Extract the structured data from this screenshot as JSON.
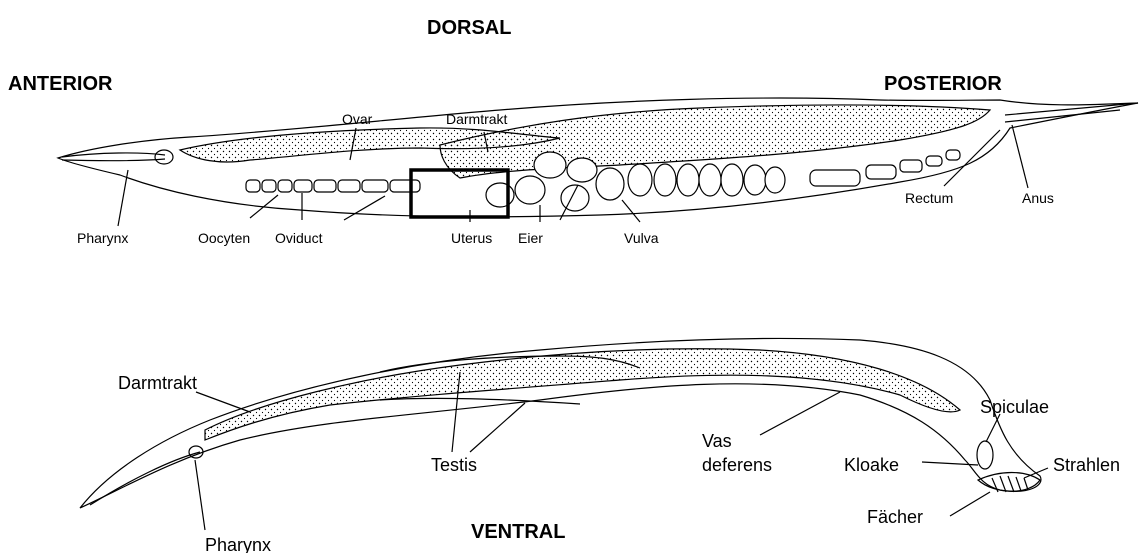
{
  "orientation": {
    "dorsal": "DORSAL",
    "ventral": "VENTRAL",
    "anterior": "ANTERIOR",
    "posterior": "POSTERIOR"
  },
  "hermaphrodite": {
    "labels": {
      "ovar": "Ovar",
      "darmtrakt": "Darmtrakt",
      "pharynx": "Pharynx",
      "oocyten": "Oocyten",
      "oviduct": "Oviduct",
      "uterus": "Uterus",
      "eier": "Eier",
      "vulva": "Vulva",
      "rectum": "Rectum",
      "anus": "Anus"
    }
  },
  "male": {
    "labels": {
      "darmtrakt": "Darmtrakt",
      "pharynx": "Pharynx",
      "testis": "Testis",
      "vas_deferens_1": "Vas",
      "vas_deferens_2": "deferens",
      "kloake": "Kloake",
      "spiculae": "Spiculae",
      "strahlen": "Strahlen",
      "facher": "Fächer"
    }
  }
}
